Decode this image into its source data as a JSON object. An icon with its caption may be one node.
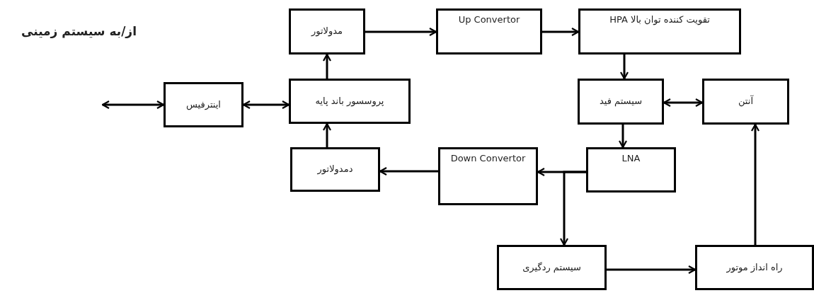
{
  "diagram": {
    "nodes": [
      {
        "text": [
          "مدولاتور"
        ]
      },
      {
        "text": [
          "Up Convertor"
        ]
      },
      {
        "text": [
          "تقویت کننده توان بالا HPA"
        ]
      },
      {
        "text": [
          "اینترفیس"
        ]
      },
      {
        "text": [
          "پروسسور باند پایه"
        ]
      },
      {
        "text": [
          "سیستم فید"
        ]
      },
      {
        "text": [
          "آنتن"
        ]
      },
      {
        "text": [
          "دمدولاتور"
        ]
      },
      {
        "text": [
          "Down Convertor"
        ]
      },
      {
        "text": [
          "LNA"
        ]
      },
      {
        "text": [
          "سیستم ردگیری"
        ]
      },
      {
        "text": [
          "راه انداز موتور"
        ]
      }
    ],
    "edges": [
      {
        "from": null,
        "to": 3,
        "arrow": "both"
      },
      {
        "from": 3,
        "to": 4,
        "arrow": "both"
      },
      {
        "from": 4,
        "to": 0,
        "arrow": "to"
      },
      {
        "from": 7,
        "to": 4,
        "arrow": "to"
      },
      {
        "from": 0,
        "to": 1,
        "arrow": "to"
      },
      {
        "from": 1,
        "to": 2,
        "arrow": "to"
      },
      {
        "from": 2,
        "to": 5,
        "arrow": "to"
      },
      {
        "from": 5,
        "to": 6,
        "arrow": "both"
      },
      {
        "from": 5,
        "to": 9,
        "arrow": "to"
      },
      {
        "from": 9,
        "to": 8,
        "arrow": "to"
      },
      {
        "from": 9,
        "to": 10,
        "arrow": "to"
      },
      {
        "from": 8,
        "to": 7,
        "arrow": "to"
      },
      {
        "from": 10,
        "to": 11,
        "arrow": "to"
      },
      {
        "from": 11,
        "to": 6,
        "arrow": "to"
      }
    ],
    "labels": [
      "از/به سیستم زمینی"
    ]
  }
}
